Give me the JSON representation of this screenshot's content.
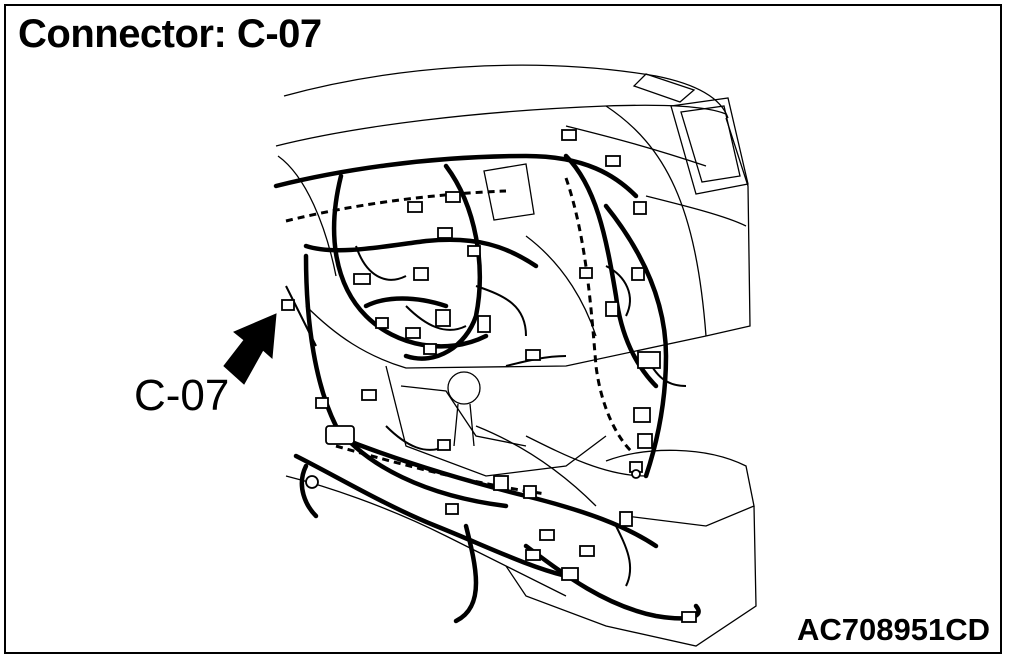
{
  "title": "Connector: C-07",
  "callout_label": "C-07",
  "figure_id": "AC708951CD"
}
